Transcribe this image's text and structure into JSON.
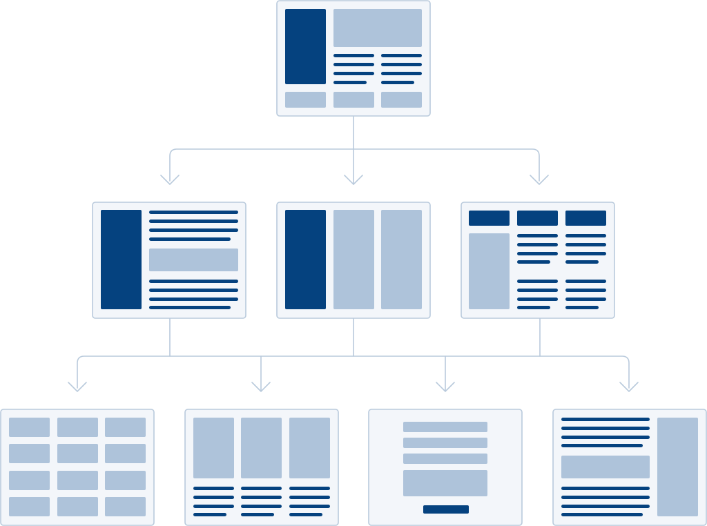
{
  "diagram": {
    "type": "sitemap-wireframe-hierarchy",
    "palette": {
      "background": "#ffffff",
      "card_fill": "#f3f6fa",
      "card_border": "#b9cadc",
      "connector": "#b9cadc",
      "dark_block": "#05427f",
      "light_block": "#aec3da"
    },
    "levels": [
      {
        "level": 1,
        "pages": [
          {
            "id": "home",
            "layout": "sidebar-hero-two-text-columns-footer"
          }
        ]
      },
      {
        "level": 2,
        "pages": [
          {
            "id": "section-a",
            "layout": "sidebar-text-image-text"
          },
          {
            "id": "section-b",
            "layout": "three-columns"
          },
          {
            "id": "section-c",
            "layout": "header-tabs-sidebar-text-lists"
          }
        ]
      },
      {
        "level": 3,
        "pages": [
          {
            "id": "page-grid",
            "layout": "tile-grid-3x4"
          },
          {
            "id": "page-cards",
            "layout": "three-cards-with-text"
          },
          {
            "id": "page-form",
            "layout": "form-fields-submit"
          },
          {
            "id": "page-article",
            "layout": "article-with-sidebar"
          }
        ]
      }
    ]
  }
}
